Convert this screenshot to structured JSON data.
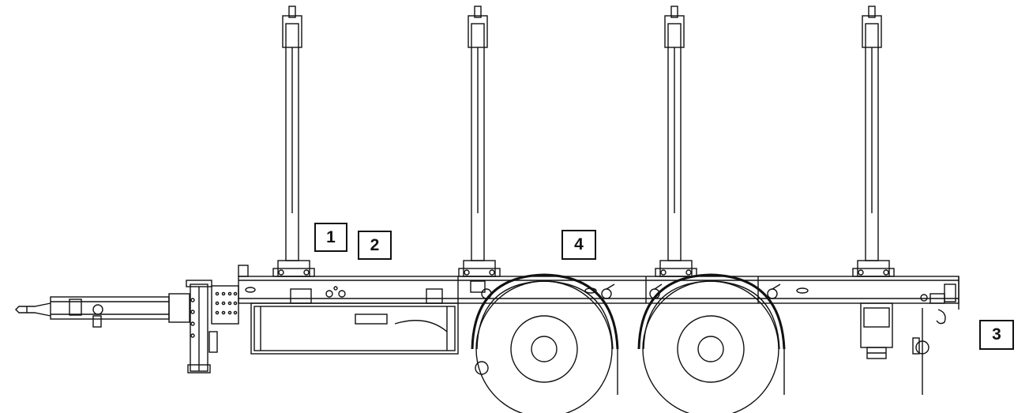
{
  "callouts": {
    "one": "1",
    "two": "2",
    "three": "3",
    "four": "4"
  },
  "colors": {
    "line": "#111111",
    "background": "#ffffff"
  },
  "components": {
    "stanchions": 4,
    "wheels": 2
  }
}
